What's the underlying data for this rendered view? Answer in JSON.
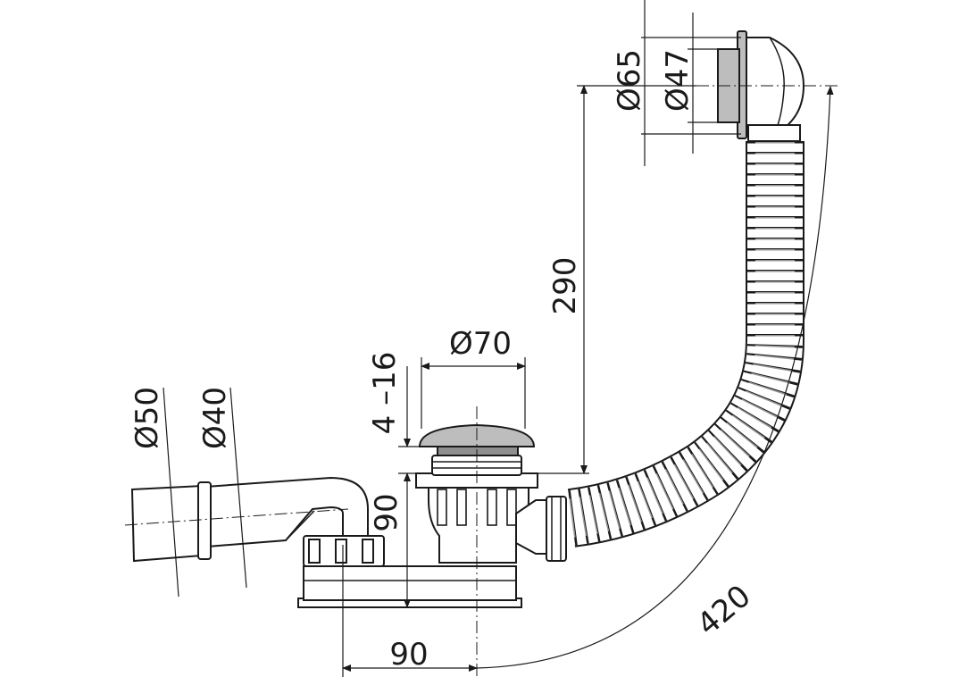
{
  "dimensions": {
    "overflow_outer_diameter": "Ø65",
    "overflow_inner_diameter": "Ø47",
    "hose_height": "290",
    "drain_diameter": "Ø70",
    "clamp_range": "4 –16",
    "trap_height": "90",
    "outlet_outer_diameter": "Ø50",
    "outlet_inner_diameter": "Ø40",
    "trap_offset": "90",
    "hose_length": "420"
  }
}
